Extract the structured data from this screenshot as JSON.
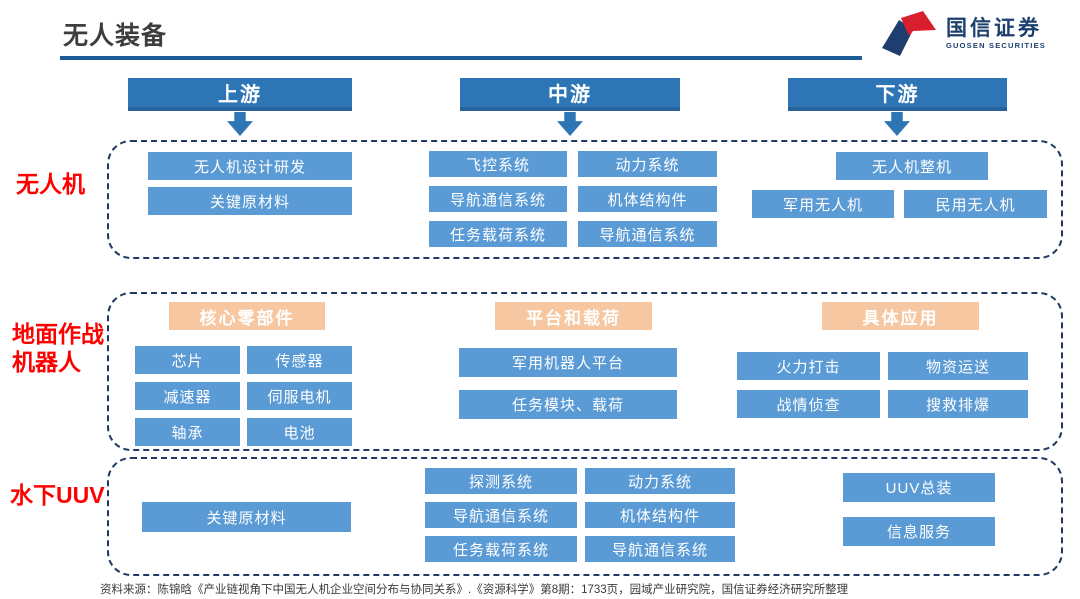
{
  "header": {
    "title": "无人装备"
  },
  "logo": {
    "cn": "国信证券",
    "en": "GUOSEN SECURITIES"
  },
  "columns": {
    "up": "上游",
    "mid": "中游",
    "down": "下游"
  },
  "uav": {
    "label": "无人机",
    "design": "无人机设计研发",
    "materials": "关键原材料",
    "flight_control": "飞控系统",
    "nav_comm_1": "导航通信系统",
    "payload_sys": "任务载荷系统",
    "power": "动力系统",
    "airframe": "机体结构件",
    "nav_comm_2": "导航通信系统",
    "whole": "无人机整机",
    "military": "军用无人机",
    "civil": "民用无人机"
  },
  "ground_robot": {
    "label": "地面作战机器人",
    "core_header": "核心零部件",
    "platform_header": "平台和载荷",
    "app_header": "具体应用",
    "chip": "芯片",
    "sensor": "传感器",
    "reducer": "减速器",
    "servo": "伺服电机",
    "bearing": "轴承",
    "battery": "电池",
    "platform": "军用机器人平台",
    "modules": "任务模块、载荷",
    "fire": "火力打击",
    "transport": "物资运送",
    "recon": "战情侦查",
    "rescue": "搜救排爆"
  },
  "uuv": {
    "label": "水下UUV",
    "materials": "关键原材料",
    "detect": "探测系统",
    "nav_comm_1": "导航通信系统",
    "payload_sys": "任务载荷系统",
    "power": "动力系统",
    "airframe": "机体结构件",
    "nav_comm_2": "导航通信系统",
    "assembly": "UUV总装",
    "info_service": "信息服务"
  },
  "footer": {
    "source": "资料来源：陈锦晗《产业链视角下中国无人机企业空间分布与协同关系》.《资源科学》第8期：1733页，园域产业研究院，国信证券经济研究所整理"
  },
  "colors": {
    "node_blue": "#5b9bd5",
    "header_blue": "#2e75b6",
    "orange_header": "#f6c7a0",
    "dashed_border": "#203864",
    "row_label_red": "#fe0000",
    "title_rule_blue": "#1b5c97"
  }
}
